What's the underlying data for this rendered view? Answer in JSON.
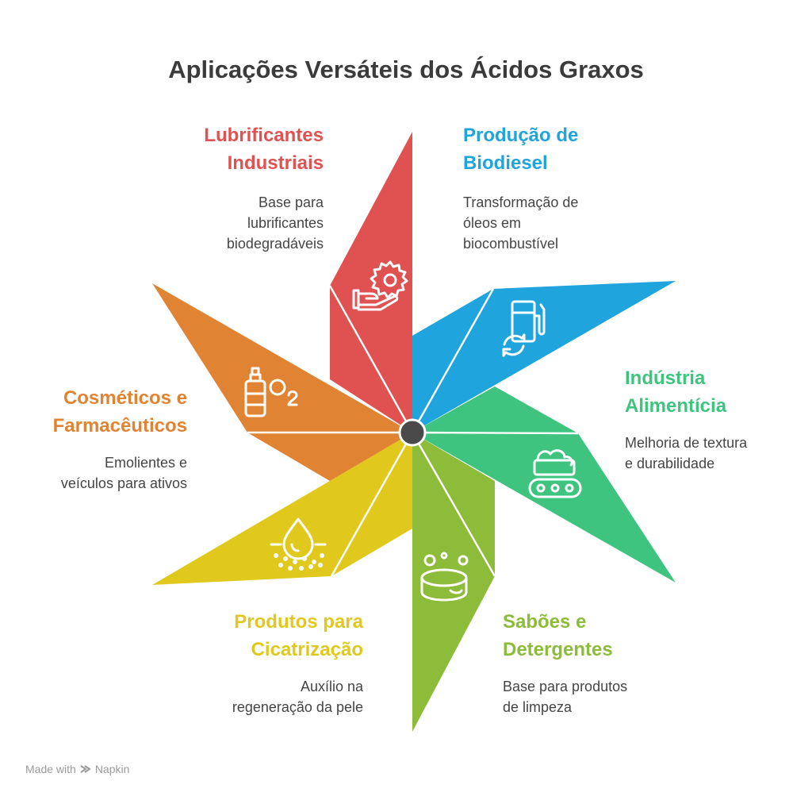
{
  "title": "Aplicações Versáteis dos Ácidos Graxos",
  "colors": {
    "lubrificantes": "#e05252",
    "biodiesel": "#1fa4dd",
    "alimenticia": "#3ec47f",
    "saboes": "#8dbb3a",
    "cicatrizacao": "#e0c91c",
    "cosmeticos": "#e08434",
    "hub": "#4a4a4a"
  },
  "segments": {
    "lubrificantes": {
      "heading_lines": [
        "Lubrificantes",
        "Industriais"
      ],
      "desc_lines": [
        "Base para",
        "lubrificantes",
        "biodegradáveis"
      ],
      "icon": "gear-hand-icon"
    },
    "biodiesel": {
      "heading_lines": [
        "Produção de",
        "Biodiesel"
      ],
      "desc_lines": [
        "Transformação de",
        "óleos em",
        "biocombustível"
      ],
      "icon": "fuel-pump-recycle-icon"
    },
    "alimenticia": {
      "heading_lines": [
        "Indústria",
        "Alimentícia"
      ],
      "desc_lines": [
        "Melhoria de textura",
        "e durabilidade"
      ],
      "icon": "conveyor-food-icon"
    },
    "saboes": {
      "heading_lines": [
        "Sabões e",
        "Detergentes"
      ],
      "desc_lines": [
        "Base para produtos",
        "de limpeza"
      ],
      "icon": "soap-bar-icon"
    },
    "cicatrizacao": {
      "heading_lines": [
        "Produtos para",
        "Cicatrização"
      ],
      "desc_lines": [
        "Auxílio na",
        "regeneração da pele"
      ],
      "icon": "skin-drop-icon"
    },
    "cosmeticos": {
      "heading_lines": [
        "Cosméticos e",
        "Farmacêuticos"
      ],
      "desc_lines": [
        "Emolientes e",
        "veículos para ativos"
      ],
      "icon": "bottle-o2-icon"
    }
  },
  "footer": {
    "made_with": "Made with",
    "brand": "Napkin"
  }
}
